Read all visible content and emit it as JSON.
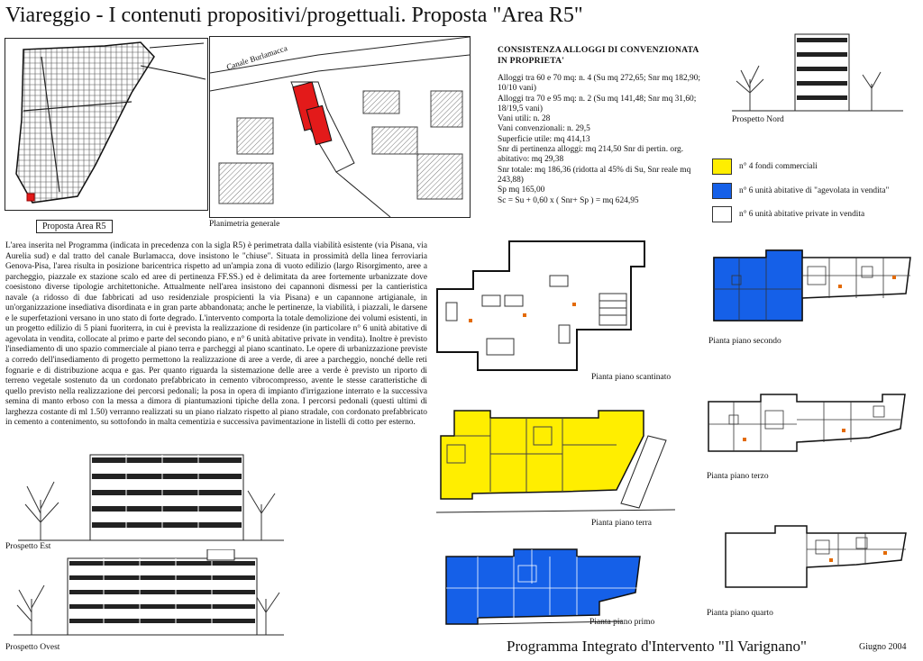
{
  "title": "Viareggio - I contenuti propositivi/progettuali. Proposta \"Area R5\"",
  "map_label": "Proposta Area R5",
  "site_plan": {
    "caption": "Planimetria generale",
    "canal_label": "Canale Burlamacca"
  },
  "consistency": {
    "heading": "CONSISTENZA ALLOGGI DI CONVENZIONATA IN PROPRIETA'",
    "lines": [
      "Alloggi tra 60 e 70 mq: n. 4 (Su mq 272,65; Snr mq 182,90; 10/10 vani)",
      "Alloggi tra 70 e 95 mq: n. 2 (Su mq 141,48; Snr mq 31,60; 18/19,5 vani)",
      "Vani utili: n. 28",
      "Vani convenzionali: n. 29,5",
      "Superficie utile: mq 414,13",
      "Snr di pertinenza alloggi: mq 214,50 Snr di pertin. org. abitativo: mq 29,38",
      "Snr totale: mq 186,36 (ridotta al 45% di Su, Snr reale mq 243,88)",
      "Sp mq 165,00",
      "Sc = Su + 0,60 x ( Snr+ Sp ) = mq 624,95"
    ]
  },
  "prospetto_nord": "Prospetto Nord",
  "legend": [
    {
      "label": "n° 4 fondi commerciali",
      "color": "#ffee00"
    },
    {
      "label": "n° 6 unità abitative di \"agevolata in vendita\"",
      "color": "#1560e8"
    },
    {
      "label": "n° 6 unità abitative private in vendita",
      "color": "#ffffff"
    }
  ],
  "description": "L'area inserita nel Programma (indicata in precedenza con la sigla R5) è perimetrata dalla viabilità esistente (via Pisana, via Aurelia sud) e dal tratto del canale Burlamacca, dove insistono le \"chiuse\". Situata in prossimità della linea ferroviaria Genova-Pisa, l'area risulta in posizione baricentrica rispetto ad un'ampia zona di vuoto edilizio (largo Risorgimento, aree a parcheggio, piazzale ex stazione scalo ed aree di pertinenza FF.SS.) ed è delimitata da aree fortemente urbanizzate dove coesistono diverse tipologie architettoniche. Attualmente nell'area insistono dei capannoni dismessi per la cantieristica navale (a ridosso di due fabbricati ad uso residenziale prospicienti la via Pisana) e un capannone artigianale, in un'organizzazione insediativa disordinata e in gran parte abbandonata; anche le pertinenze, la viabilità, i piazzali, le darsene e le superfetazioni versano in uno stato di forte degrado. L'intervento comporta la totale demolizione dei volumi esistenti, in un progetto edilizio di 5 piani fuoriterra, in cui è prevista la realizzazione di residenze (in particolare n° 6 unità abitative di agevolata in vendita, collocate al primo e parte del secondo piano, e n° 6 unità abitative private in vendita). Inoltre è previsto l'insediamento di uno spazio commerciale al piano terra e parcheggi al piano scantinato. Le opere di urbanizzazione previste a corredo dell'insediamento di progetto permettono la realizzazione di aree a verde, di aree a parcheggio, nonché delle reti fognarie e di distribuzione acqua e gas. Per quanto riguarda la sistemazione delle aree a verde è previsto un riporto di terreno vegetale sostenuto da un cordonato prefabbricato in cemento vibrocompresso, avente le stesse caratteristiche di quello previsto nella realizzazione dei percorsi pedonali; la posa in opera di impianto d'irrigazione interrato e la successiva semina di manto erboso con la messa a dimora di piantumazioni tipiche della zona. I percorsi pedonali (questi ultimi di larghezza costante di ml 1.50) verranno realizzati su un piano rialzato rispetto al piano stradale, con cordonato prefabbricato in cemento a contenimento, su sottofondo in malta cementizia e successiva pavimentazione in listelli di cotto per esterno.",
  "plans": {
    "scantinato": "Pianta piano scantinato",
    "terra": "Pianta piano terra",
    "primo": "Pianta piano primo",
    "secondo": "Pianta piano secondo",
    "terzo": "Pianta piano terzo",
    "quarto": "Pianta piano quarto"
  },
  "elevations": {
    "est": "Prospetto Est",
    "ovest": "Prospetto Ovest"
  },
  "footer": "Programma Integrato d'Intervento \"Il Varignano\"",
  "date": "Giugno 2004"
}
